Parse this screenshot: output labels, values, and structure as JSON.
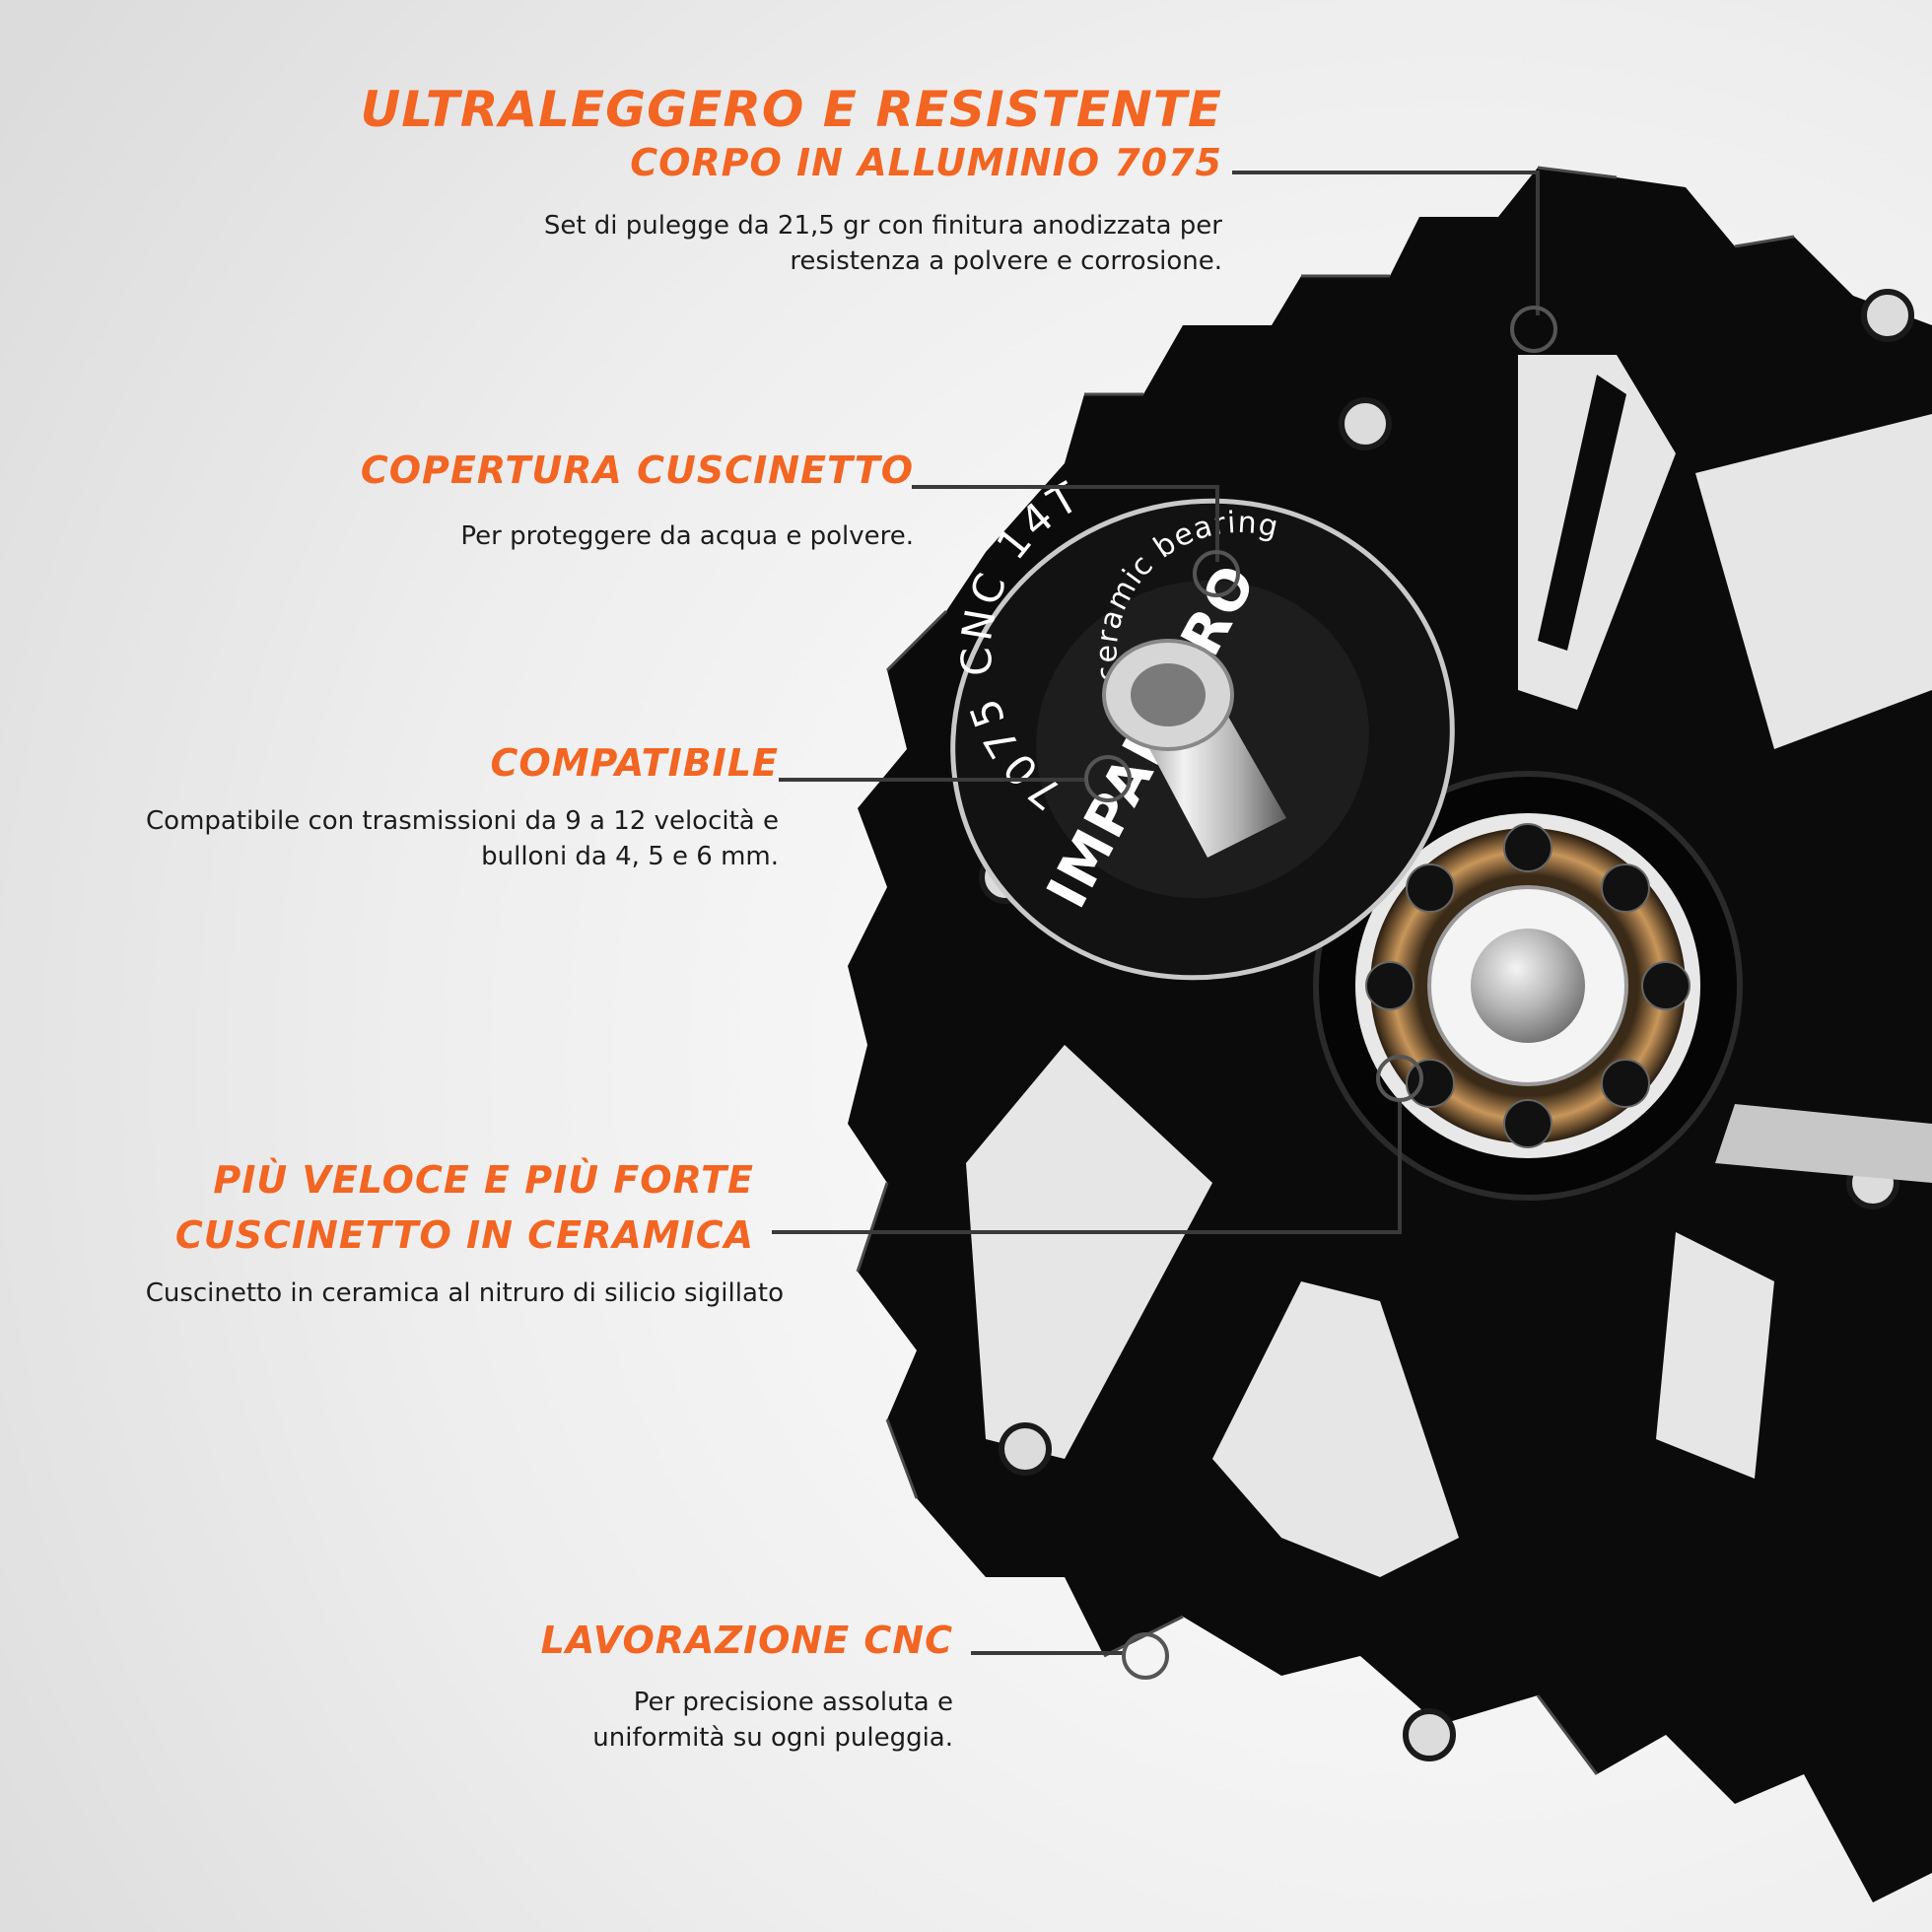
{
  "colors": {
    "accent": "#f26522",
    "text": "#1c1c1c",
    "background": "#ececec",
    "pulley": "#0b0b0b",
    "leader_line": "#3a3a3a"
  },
  "callouts": {
    "body": {
      "title_1": "ULTRALEGGERO E RESISTENTE",
      "title_2": "CORPO IN ALLUMINIO 7075",
      "desc_1": "Set di pulegge da 21,5 gr con finitura anodizzata per",
      "desc_2": "resistenza a polvere e corrosione."
    },
    "cover": {
      "title": "COPERTURA CUSCINETTO",
      "desc": "Per proteggere da acqua e polvere."
    },
    "compatible": {
      "title": "COMPATIBILE",
      "desc_1": "Compatibile con trasmissioni da 9 a 12 velocità e",
      "desc_2": "bulloni da 4, 5 e 6 mm."
    },
    "bearing": {
      "title_1": "PIÙ VELOCE E PIÙ FORTE",
      "title_2": "CUSCINETTO IN CERAMICA",
      "desc": "Cuscinetto in ceramica al nitruro di silicio sigillato"
    },
    "cnc": {
      "title": "LAVORAZIONE CNC",
      "desc_1": "Per precisione assoluta e",
      "desc_2": "uniformità su ogni puleggia."
    }
  },
  "product_markings": {
    "cap_top": "7075 CNC 14T",
    "cap_sub": "ceramic bearing",
    "brand": "IMPALAPRO"
  }
}
